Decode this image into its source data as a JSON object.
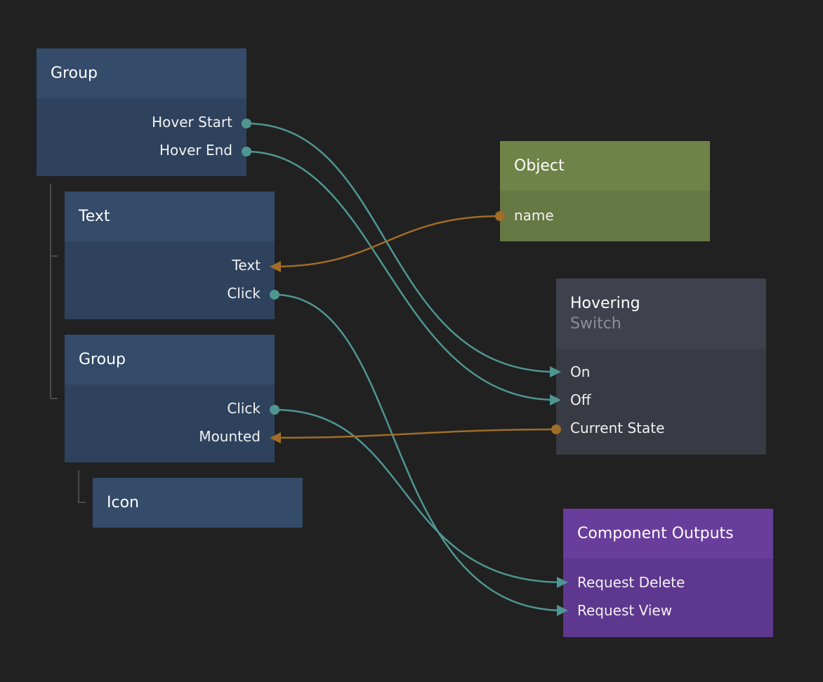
{
  "nodes": {
    "group_top": {
      "title": "Group",
      "ports": [
        "Hover Start",
        "Hover End"
      ]
    },
    "text": {
      "title": "Text",
      "ports": [
        "Text",
        "Click"
      ]
    },
    "group_inner": {
      "title": "Group",
      "ports": [
        "Click",
        "Mounted"
      ]
    },
    "icon": {
      "title": "Icon"
    },
    "object": {
      "title": "Object",
      "ports": [
        "name"
      ]
    },
    "switch": {
      "title": "Hovering",
      "subtitle": "Switch",
      "ports": [
        "On",
        "Off",
        "Current State"
      ]
    },
    "outputs": {
      "title": "Component Outputs",
      "ports": [
        "Request Delete",
        "Request View"
      ]
    }
  },
  "colors": {
    "background": "#212121",
    "visual_node_header": "#344b69",
    "visual_node_body": "#2e425d",
    "data_node_header": "#6f8248",
    "data_node_body": "#667843",
    "logic_node_header": "#3f424d",
    "logic_node_body": "#393b44",
    "component_node_header": "#693d9c",
    "component_node_body": "#5e378f",
    "signal_wire": "#4f9693",
    "data_wire": "#a06d26"
  }
}
